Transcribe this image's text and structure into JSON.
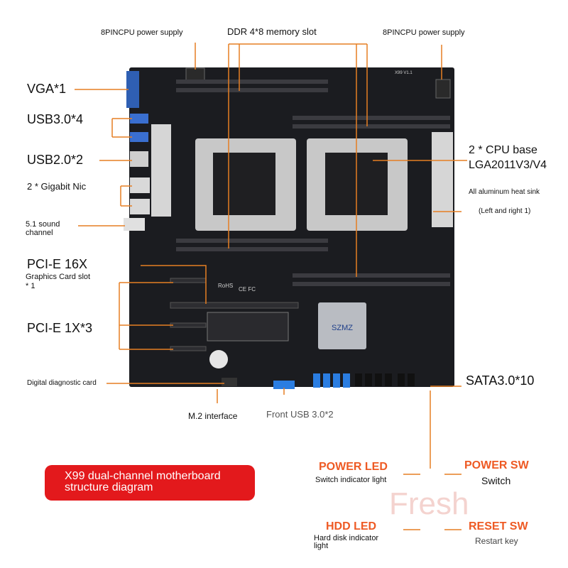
{
  "labels": {
    "cpu_power_left": "8PINCPU power supply",
    "cpu_power_right": "8PINCPU power supply",
    "ddr": "DDR 4*8 memory slot",
    "vga": "VGA*1",
    "usb3": "USB3.0*4",
    "usb2": "USB2.0*2",
    "nic": "2 * Gigabit Nic",
    "sound_1": "5.1 sound",
    "sound_2": "channel",
    "pcie16": "PCI-E 16X",
    "pcie16_sub_1": "Graphics Card slot",
    "pcie16_sub_2": "* 1",
    "pcie1": "PCI-E 1X*3",
    "diag": "Digital diagnostic card",
    "m2": "M.2 interface",
    "front_usb": "Front USB 3.0*2",
    "cpu_base_1": "2 * CPU base",
    "cpu_base_2": "LGA2011V3/V4",
    "heatsink_1": "All aluminum heat sink",
    "heatsink_2": "(Left and right 1)",
    "sata": "SATA3.0*10"
  },
  "board_marks": {
    "logo": "SZMZ",
    "rohs": "RoHS",
    "ce": "CE FC",
    "version": "X99 V1.1"
  },
  "front_panel": {
    "power_led": "POWER LED",
    "power_led_sub": "Switch indicator light",
    "power_sw": "POWER SW",
    "power_sw_sub": "Switch",
    "hdd_led": "HDD  LED",
    "hdd_led_sub_1": "Hard disk indicator",
    "hdd_led_sub_2": "light",
    "reset_sw": "RESET SW",
    "reset_sw_sub": "Restart key"
  },
  "banner": {
    "text": "X99 dual-channel motherboard structure diagram"
  },
  "watermark": "Fresh",
  "colors": {
    "board": "#1b1c20",
    "leader": "#e67e22",
    "banner": "#e3191c",
    "sata_port": "#2a7de1",
    "front_panel_orange": "#ee5a24"
  }
}
